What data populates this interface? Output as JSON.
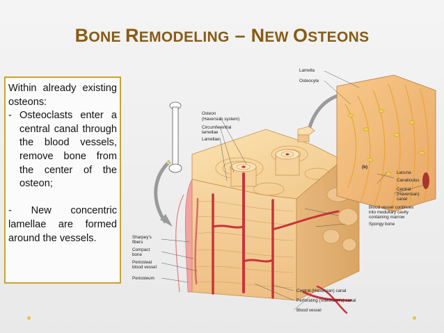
{
  "slide": {
    "title": {
      "part1_cap": "B",
      "part1_rest": "ONE ",
      "part2_cap": "R",
      "part2_rest": "EMODELING",
      "dash": " – ",
      "part3_cap": "N",
      "part3_rest": "EW ",
      "part4_cap": "O",
      "part4_rest": "STEONS"
    },
    "text": {
      "intro": "Within already existing osteons:",
      "bullet1_marker": "-",
      "bullet1": "Osteoclasts enter a central canal through the blood vessels, remove bone from the center of the osteon;",
      "bullet2": "- New concentric lamellae are formed around the vessels."
    },
    "colors": {
      "title": "#8a5a14",
      "box_border": "#c9a233",
      "dots": "#e7c14a"
    }
  },
  "diagram": {
    "labels": {
      "osteon": "Osteon",
      "haversian_system": "(Haversian system)",
      "circumferential": "Circumferential",
      "lamellae_1": "lamellae",
      "lamellae_2": "Lamellae",
      "sharpeys_1": "Sharpey's",
      "sharpeys_2": "fibers",
      "compact_1": "Compact",
      "compact_2": "bone",
      "periosteal_1": "Periosteal",
      "periosteal_2": "blood vessel",
      "periosteum": "Periosteum",
      "lamella_top": "Lamella",
      "osteocyte": "Osteocyte",
      "panel_b": "(b)",
      "lacuna": "Lacuna",
      "canaliculus": "Canaliculus",
      "central_1": "Central",
      "central_2": "(Haversian)",
      "central_3": "canal",
      "bv_1": "Blood vessel continues",
      "bv_2": "into medullary cavity",
      "bv_3": "containing marrow",
      "spongy": "Spongy bone",
      "central_canal": "Central (Haversian) canal",
      "perforating": "Perforating (Volkmann's) canal",
      "blood_vessel": "Blood vessel"
    }
  }
}
